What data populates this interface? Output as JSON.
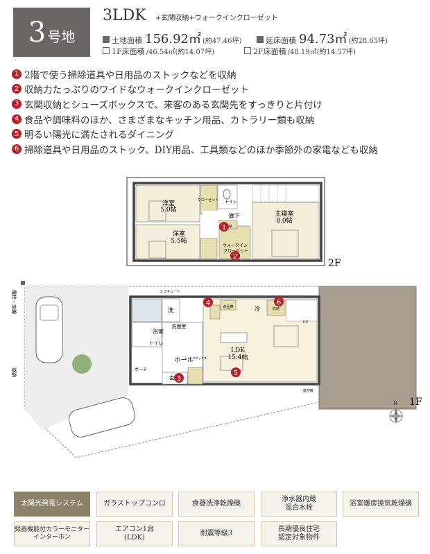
{
  "header": {
    "lot_number": "3",
    "lot_suffix": "号地",
    "layout": "3LDK",
    "layout_extra": "+玄関収納+ウォークインクローゼット"
  },
  "areas": {
    "land_label": "土地面積",
    "land_value": "156.92㎡",
    "land_tsubo": "(約47.46坪)",
    "floor_total_label": "延床面積",
    "floor_total_value": "94.73㎡",
    "floor_total_tsubo": "(約28.65坪)",
    "floor1_label": "1F床面積",
    "floor1_value": "/46.54㎡(約14.07坪)",
    "floor2_label": "2F床面積",
    "floor2_value": "/48.19㎡(約14.57坪)"
  },
  "features": [
    {
      "num": "1",
      "text": "2階で使う掃除道具や日用品のストックなどを収納"
    },
    {
      "num": "2",
      "text": "収納力たっぷりのワイドなウォークインクローゼット"
    },
    {
      "num": "3",
      "text": "玄関収納とシューズボックスで、来客のある玄関先をすっきりと片付け"
    },
    {
      "num": "4",
      "text": "食品や調味料のほか、さまざまなキッチン用品、カトラリー類も収納"
    },
    {
      "num": "5",
      "text": "明るい陽光に満たされるダイニング"
    },
    {
      "num": "6",
      "text": "掃除道具や日用品のストック、DIY用品、工具類などのほか季節外の家電なども収納"
    }
  ],
  "plan2f": {
    "floor_label": "2F",
    "room_western1": "洋室",
    "room_western1_size": "5.0帖",
    "room_western2": "洋室",
    "room_western2_size": "5.5帖",
    "room_master": "主寝室",
    "room_master_size": "8.0帖",
    "hallway": "廊下",
    "toilet": "トイレ",
    "wic": "ウォークイン\nクローゼット",
    "closet": "クローゼット",
    "storage": "収納"
  },
  "plan1f": {
    "floor_label": "1F",
    "ldk": "LDK",
    "ldk_size": "15.4帖",
    "hall": "ホール",
    "entrance": "玄関",
    "bath": "浴室",
    "wash": "洗面室",
    "wash_short": "洗",
    "toilet": "トイレ",
    "fridge": "冷",
    "pantry": "食品庫",
    "storage": "収納",
    "shoes": "シューズボックス",
    "porch": "ポーチ",
    "up": "UP",
    "pole": "電柱・支線",
    "road": "道路",
    "north": "N",
    "ecocute": "エコキュート",
    "outdoor_unit": "室外機"
  },
  "markers2f": [
    "1",
    "2"
  ],
  "markers1f": [
    "3",
    "4",
    "5",
    "6"
  ],
  "equipment": [
    {
      "label": "太陽光発電システム",
      "active": true
    },
    {
      "label": "ガラストップコンロ",
      "active": false
    },
    {
      "label": "食器洗浄乾燥機",
      "active": false
    },
    {
      "label": "浄水器内蔵\n混合水栓",
      "active": false
    },
    {
      "label": "浴室暖房換気乾燥機",
      "active": false
    },
    {
      "label": "録画機能付カラーモニター\nインターホン",
      "active": false
    },
    {
      "label": "エアコン1台\n(LDK)",
      "active": false
    },
    {
      "label": "耐震等級3",
      "active": false
    },
    {
      "label": "長期優良住宅\n認定対象物件",
      "active": false
    }
  ],
  "colors": {
    "badge": "#6b6563",
    "marker": "#b8202a",
    "room_fill": "#f3edd9",
    "storage_fill": "#e8dfb0",
    "wood_floor": "#f6f0dc",
    "lot": "#a89e8e",
    "equip_active": "#8c8268"
  }
}
